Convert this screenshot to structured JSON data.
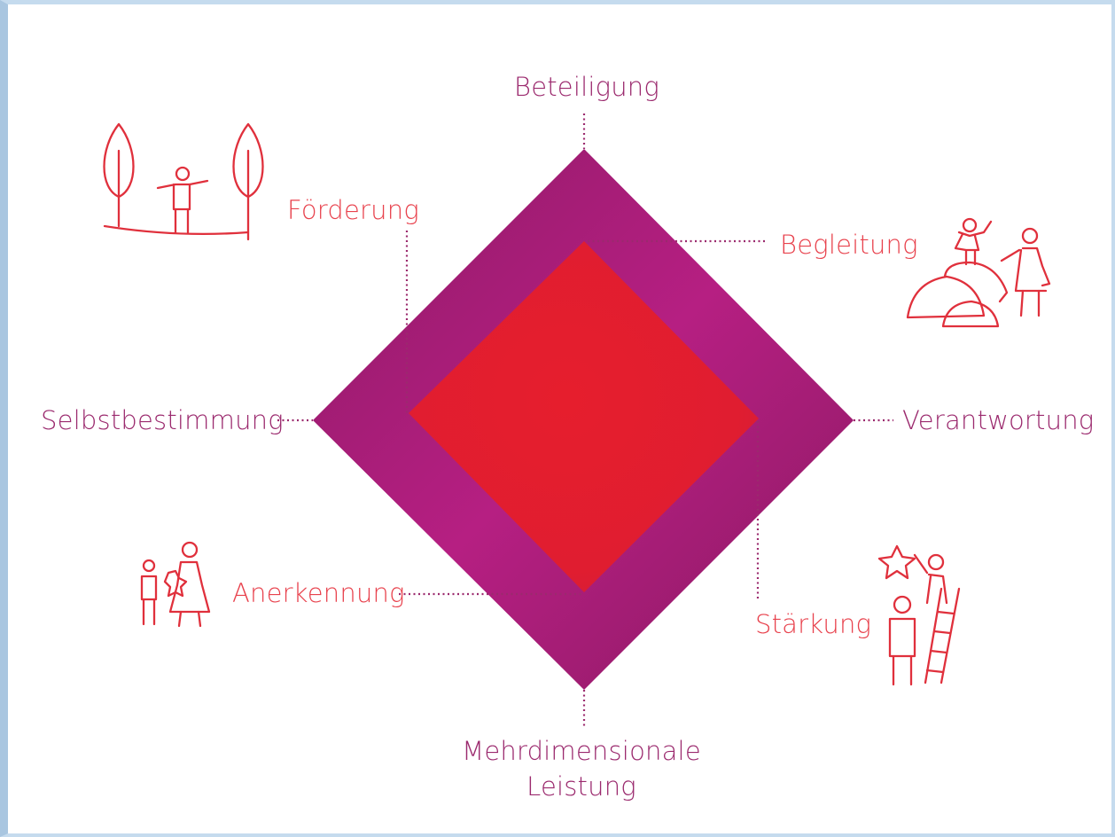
{
  "outer_labels": {
    "top": "Beteiligung",
    "left": "Selbstbestimmung",
    "right": "Verantwortung",
    "bottom_line1": "Mehrdimensionale",
    "bottom_line2": "Leistung"
  },
  "inner_labels": {
    "top_left": "Förderung",
    "top_right": "Begleitung",
    "bottom_left": "Anerkennung",
    "bottom_right": "Stärkung"
  },
  "colors": {
    "outer_diamond": "#b2217f",
    "inner_diamond": "#e31e2e",
    "outer_label": "#9b2a6e",
    "inner_label": "#e8424d",
    "icon_stroke": "#e0303c",
    "frame": "#a9c6e0"
  },
  "icons": [
    "tightrope-walker-icon",
    "climbing-children-icon",
    "family-with-star-icon",
    "ladder-star-icon"
  ]
}
